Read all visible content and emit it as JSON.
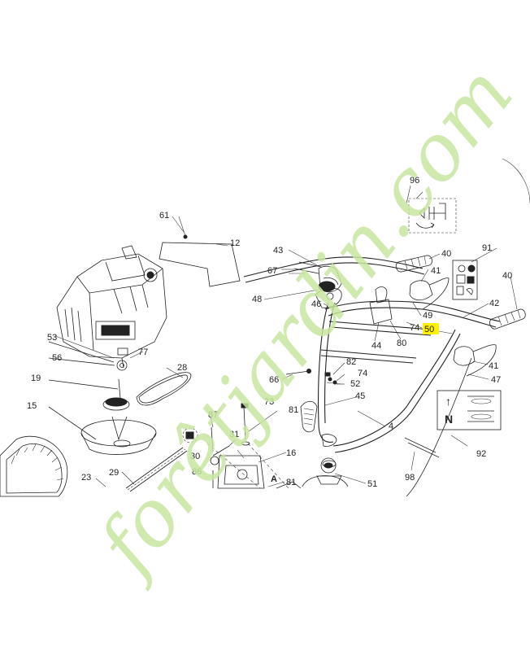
{
  "diagram": {
    "part_labels": {
      "p96": "96",
      "p61": "61",
      "p12": "12",
      "p43": "43",
      "p67": "67",
      "p40a": "40",
      "p91": "91",
      "p41a": "41",
      "p40b": "40",
      "p48": "48",
      "p46": "46",
      "p49": "49",
      "p42": "42",
      "p74a": "74",
      "p50": "50",
      "p44": "44",
      "p80": "80",
      "p53": "53",
      "p77": "77",
      "p56": "56",
      "p28": "28",
      "p41b": "41",
      "p47": "47",
      "p82": "82",
      "p74b": "74",
      "p52": "52",
      "p66": "66",
      "p19": "19",
      "p43b": "43",
      "p45": "45",
      "p15": "15",
      "p73": "73",
      "p81a": "81",
      "p87": "87",
      "p4": "4",
      "p92": "92",
      "p31": "31",
      "p30": "30",
      "p86": "86",
      "p16": "16",
      "p23": "23",
      "p29": "29",
      "pA": "A",
      "p81b": "81",
      "p51": "51",
      "p98": "98"
    },
    "highlighted_part": "50",
    "decal_symbols": {
      "arrow_up": "↑",
      "label_N": "N"
    },
    "watermark": {
      "text": "forêtjardin.com",
      "color": "#c8e6a0",
      "color2": "#c9c0b0"
    }
  }
}
